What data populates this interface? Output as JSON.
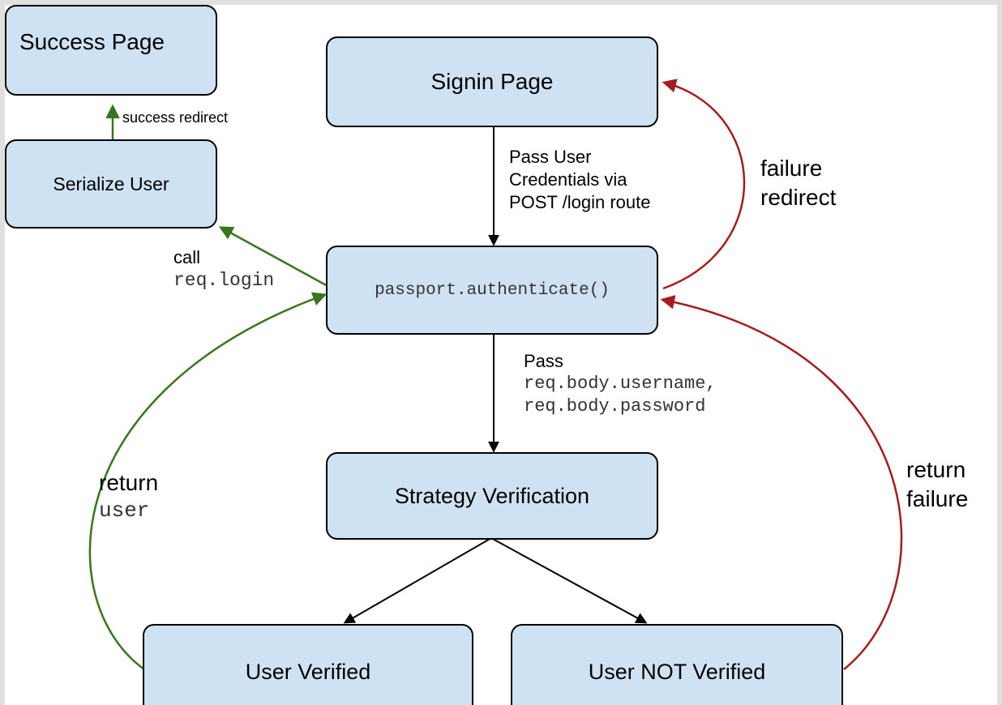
{
  "nodes": {
    "success_page": "Success Page",
    "signin_page": "Signin Page",
    "serialize_user": "Serialize User",
    "authenticate": "passport.authenticate()",
    "strategy_verification": "Strategy Verification",
    "user_verified": "User Verified",
    "user_not_verified": "User NOT Verified"
  },
  "edges": {
    "success_redirect": "success redirect",
    "pass_credentials": [
      "Pass User",
      "Credentials via",
      "POST /login route"
    ],
    "failure_redirect": [
      "failure",
      "redirect"
    ],
    "call_login": {
      "text": "call",
      "code": "req.login"
    },
    "pass_body": {
      "text": "Pass",
      "code": [
        "req.body.username,",
        "req.body.password"
      ]
    },
    "return_user": {
      "text": "return",
      "code": "user"
    },
    "return_failure": [
      "return",
      "failure"
    ]
  },
  "colors": {
    "node_fill": "#cfe2f3",
    "success_edge": "#38761d",
    "failure_edge": "#a61c1c",
    "flow_edge": "#000000"
  }
}
